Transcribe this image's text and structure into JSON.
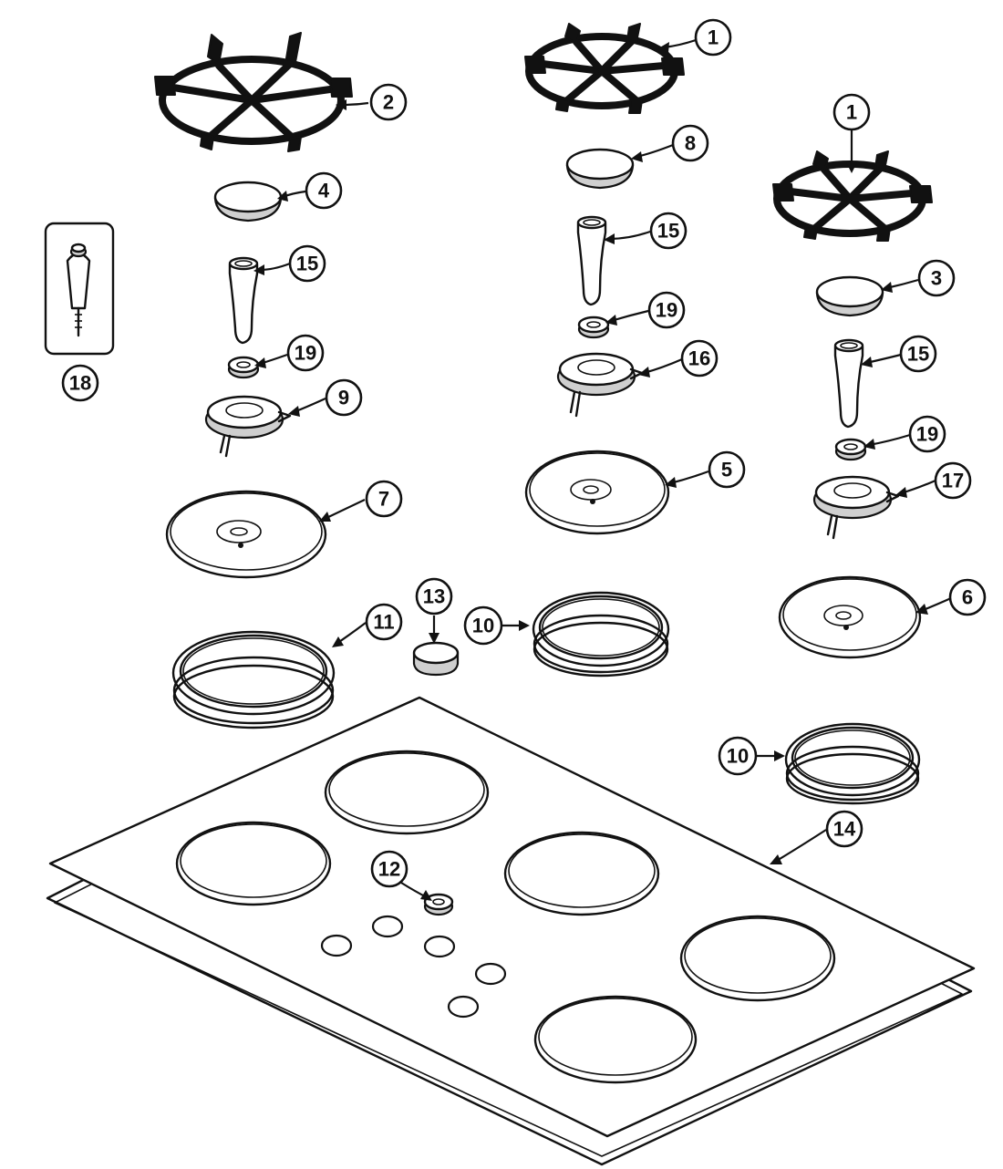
{
  "callouts": [
    {
      "id": "c1a",
      "label": "1"
    },
    {
      "id": "c1b",
      "label": "1"
    },
    {
      "id": "c2",
      "label": "2"
    },
    {
      "id": "c3",
      "label": "3"
    },
    {
      "id": "c4",
      "label": "4"
    },
    {
      "id": "c5",
      "label": "5"
    },
    {
      "id": "c6",
      "label": "6"
    },
    {
      "id": "c7",
      "label": "7"
    },
    {
      "id": "c8",
      "label": "8"
    },
    {
      "id": "c9",
      "label": "9"
    },
    {
      "id": "c10a",
      "label": "10"
    },
    {
      "id": "c10b",
      "label": "10"
    },
    {
      "id": "c11",
      "label": "11"
    },
    {
      "id": "c12",
      "label": "12"
    },
    {
      "id": "c13",
      "label": "13"
    },
    {
      "id": "c14",
      "label": "14"
    },
    {
      "id": "c15a",
      "label": "15"
    },
    {
      "id": "c15b",
      "label": "15"
    },
    {
      "id": "c15c",
      "label": "15"
    },
    {
      "id": "c16",
      "label": "16"
    },
    {
      "id": "c17",
      "label": "17"
    },
    {
      "id": "c18",
      "label": "18"
    },
    {
      "id": "c19a",
      "label": "19"
    },
    {
      "id": "c19b",
      "label": "19"
    },
    {
      "id": "c19c",
      "label": "19"
    }
  ]
}
